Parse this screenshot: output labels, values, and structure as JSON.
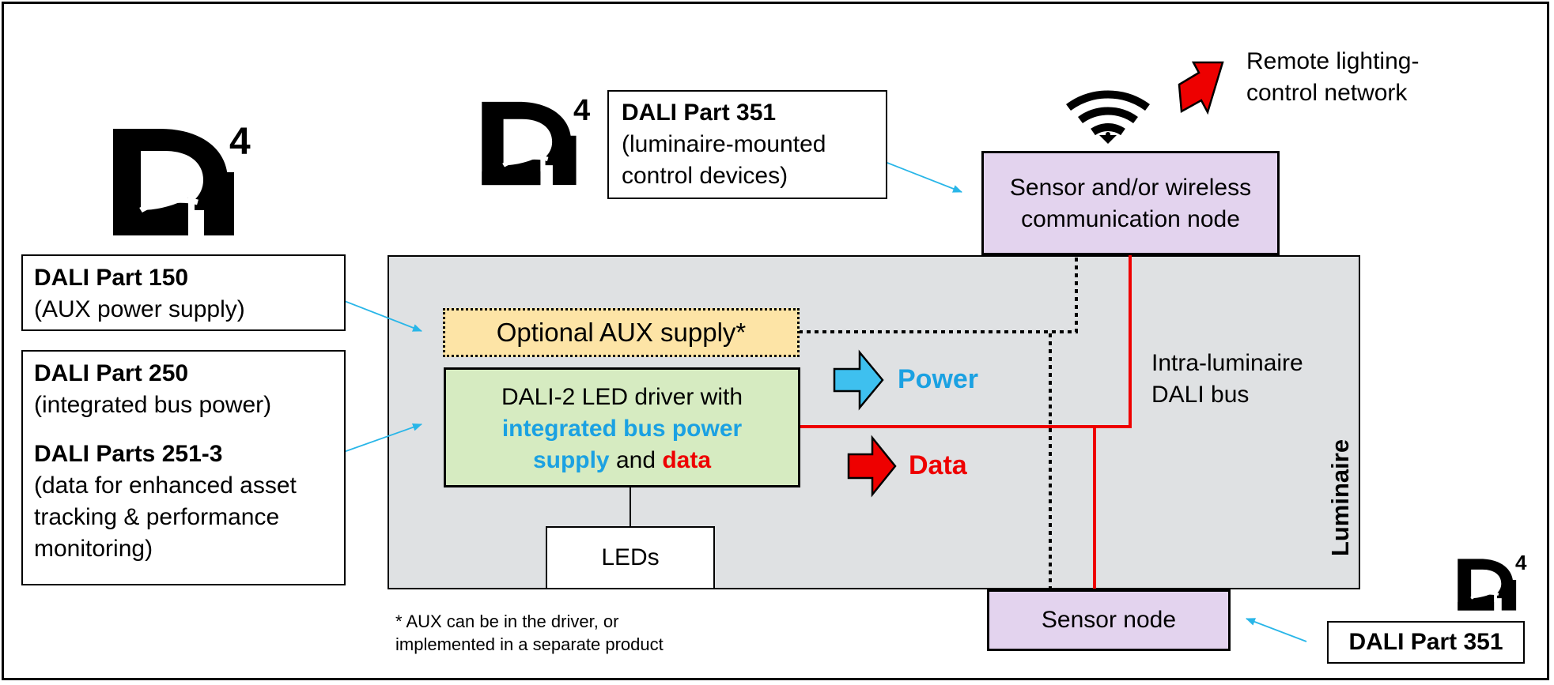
{
  "part150": {
    "title": "DALI Part 150",
    "desc": "(AUX power supply)"
  },
  "part250": {
    "title": "DALI Part 250",
    "desc": "(integrated bus power)"
  },
  "part2513": {
    "title": "DALI Parts 251-3",
    "desc1": "(data for enhanced asset",
    "desc2": "tracking & performance",
    "desc3": "monitoring)"
  },
  "part351_top": {
    "title": "DALI Part 351",
    "desc1": "(luminaire-mounted",
    "desc2": "control devices)"
  },
  "part351_bottom": {
    "title": "DALI Part 351"
  },
  "sensor_wireless": {
    "line1": "Sensor and/or wireless",
    "line2": "communication node"
  },
  "remote": {
    "line1": "Remote lighting-",
    "line2": "control network"
  },
  "aux_supply": {
    "label": "Optional AUX supply*"
  },
  "driver": {
    "line1": "DALI-2 LED driver with",
    "line2": "integrated bus power",
    "line3a": "supply",
    "line3b": " and ",
    "line3c": "data"
  },
  "leds": {
    "label": "LEDs"
  },
  "legend": {
    "power": "Power",
    "data": "Data"
  },
  "bus": {
    "line1": "Intra-luminaire",
    "line2": "DALI bus"
  },
  "luminaire": {
    "label": "Luminaire"
  },
  "sensor_node": {
    "label": "Sensor node"
  },
  "footnote": {
    "line1": "* AUX can be in the driver, or",
    "line2": "implemented in a separate product"
  },
  "logo": {
    "text": "D",
    "superscript": "4"
  },
  "colors": {
    "power": "#1ba1e2",
    "data": "#ee0000",
    "luminaire_bg": "#dfe1e3",
    "node_bg": "#e3d3ee",
    "aux_bg": "#fde4a6",
    "driver_bg": "#d6ebc1",
    "arrow_cyan": "#29b6e8"
  }
}
